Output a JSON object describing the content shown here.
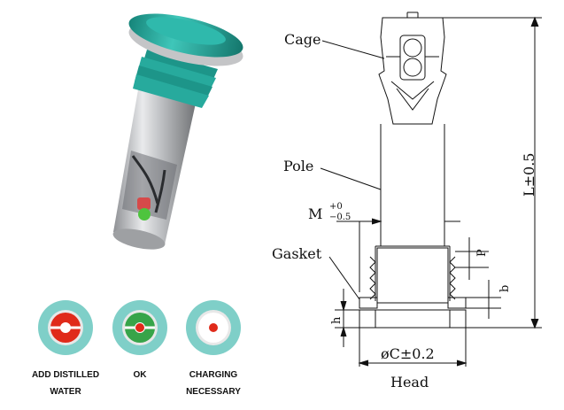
{
  "drawing": {
    "labels": {
      "cage": "Cage",
      "pole": "Pole",
      "gasket": "Gasket",
      "head": "Head",
      "length": "L±0.5",
      "thread_m": "M",
      "tol_upper": "+0",
      "tol_lower": "−0.5",
      "pitch": "P",
      "b": "b",
      "h": "h",
      "diameter": "øC±0.2"
    }
  },
  "indicators": [
    {
      "label": "ADD DISTILLED\nWATER",
      "ring_color": "#7fcfc8",
      "inner_color": "#e02a1a",
      "dot_color": "#ffffff"
    },
    {
      "label": "OK",
      "ring_color": "#7fcfc8",
      "inner_color": "#37a449",
      "dot_color": "#e02a1a"
    },
    {
      "label": "CHARGING\nNECESSARY",
      "ring_color": "#7fcfc8",
      "inner_color": "#ffffff",
      "dot_color": "#e02a1a"
    }
  ],
  "colors": {
    "teal": "#2bb0a4",
    "teal_dark": "#1b8c82",
    "steel": "#c8c9cb"
  }
}
